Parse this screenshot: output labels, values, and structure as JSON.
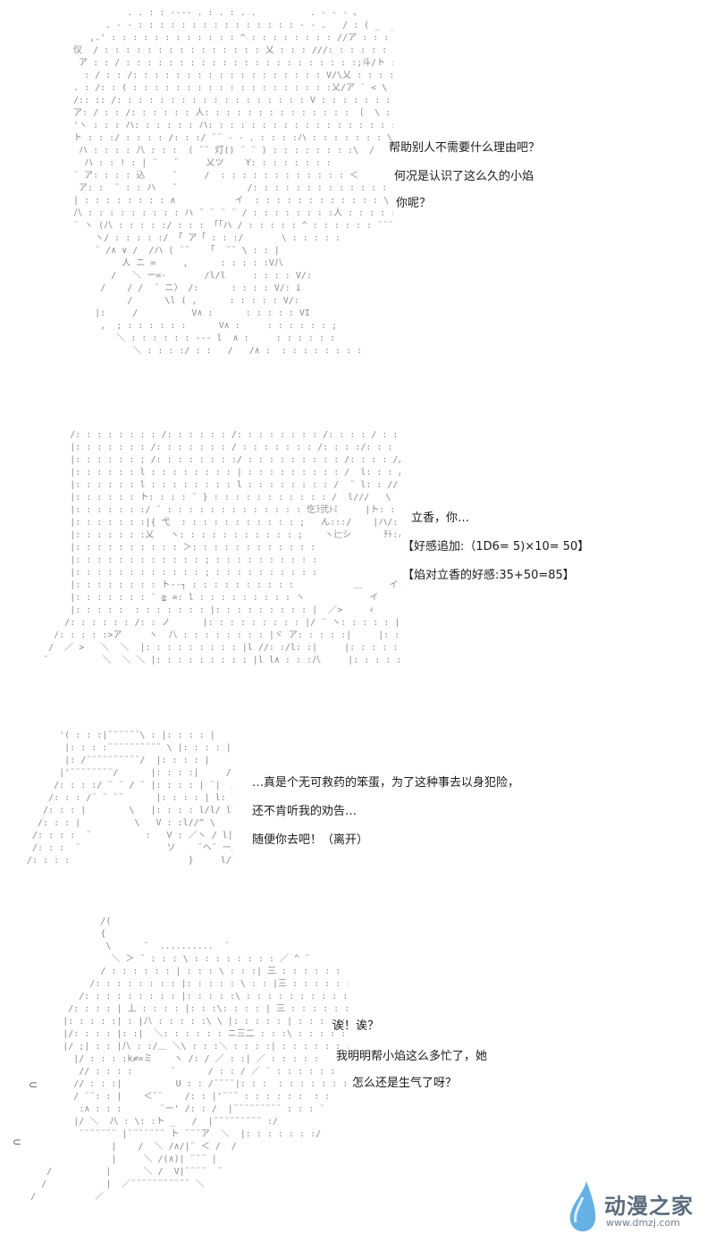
{
  "panels": [
    {
      "lines": [
        "帮助别人不需要什么理由吧？",
        "何况是认识了这么久的小焰",
        "你呢？"
      ]
    },
    {
      "lines": [
        "立香，你…",
        "【好感追加:（1D6= 5)×10= 50】",
        "【焰对立香的好感:35+50=85】"
      ]
    },
    {
      "lines": [
        "…真是个无可救药的笨蛋，为了这种事去以身犯险，",
        "还不肯听我的劝告…",
        "随便你去吧！（离开）"
      ]
    },
    {
      "lines": [
        "诶！诶？",
        "我明明帮小焰这么多忙了，她",
        "怎么还是生气了呀？"
      ]
    }
  ],
  "watermark": {
    "name": "动漫之家",
    "url": "www.dmzj.com",
    "icon": "water-drop-logo",
    "color": "#5a6b7c",
    "accent": "#4aa3df"
  }
}
